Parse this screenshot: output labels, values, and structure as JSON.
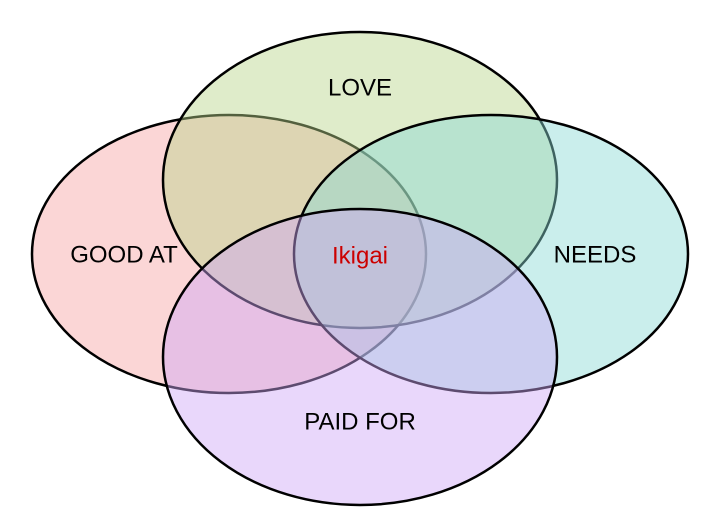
{
  "diagram": {
    "title": "Ikigai",
    "circles": [
      {
        "id": "good-at",
        "label": "GOOD AT",
        "color": "#f7a3a3"
      },
      {
        "id": "love",
        "label": "LOVE",
        "color": "#b9d48a"
      },
      {
        "id": "needs",
        "label": "NEEDS",
        "color": "#8ad9d4"
      },
      {
        "id": "paid-for",
        "label": "PAID FOR",
        "color": "#cfa6f7"
      }
    ],
    "center_label": "Ikigai",
    "center_color": "#cc0000"
  }
}
